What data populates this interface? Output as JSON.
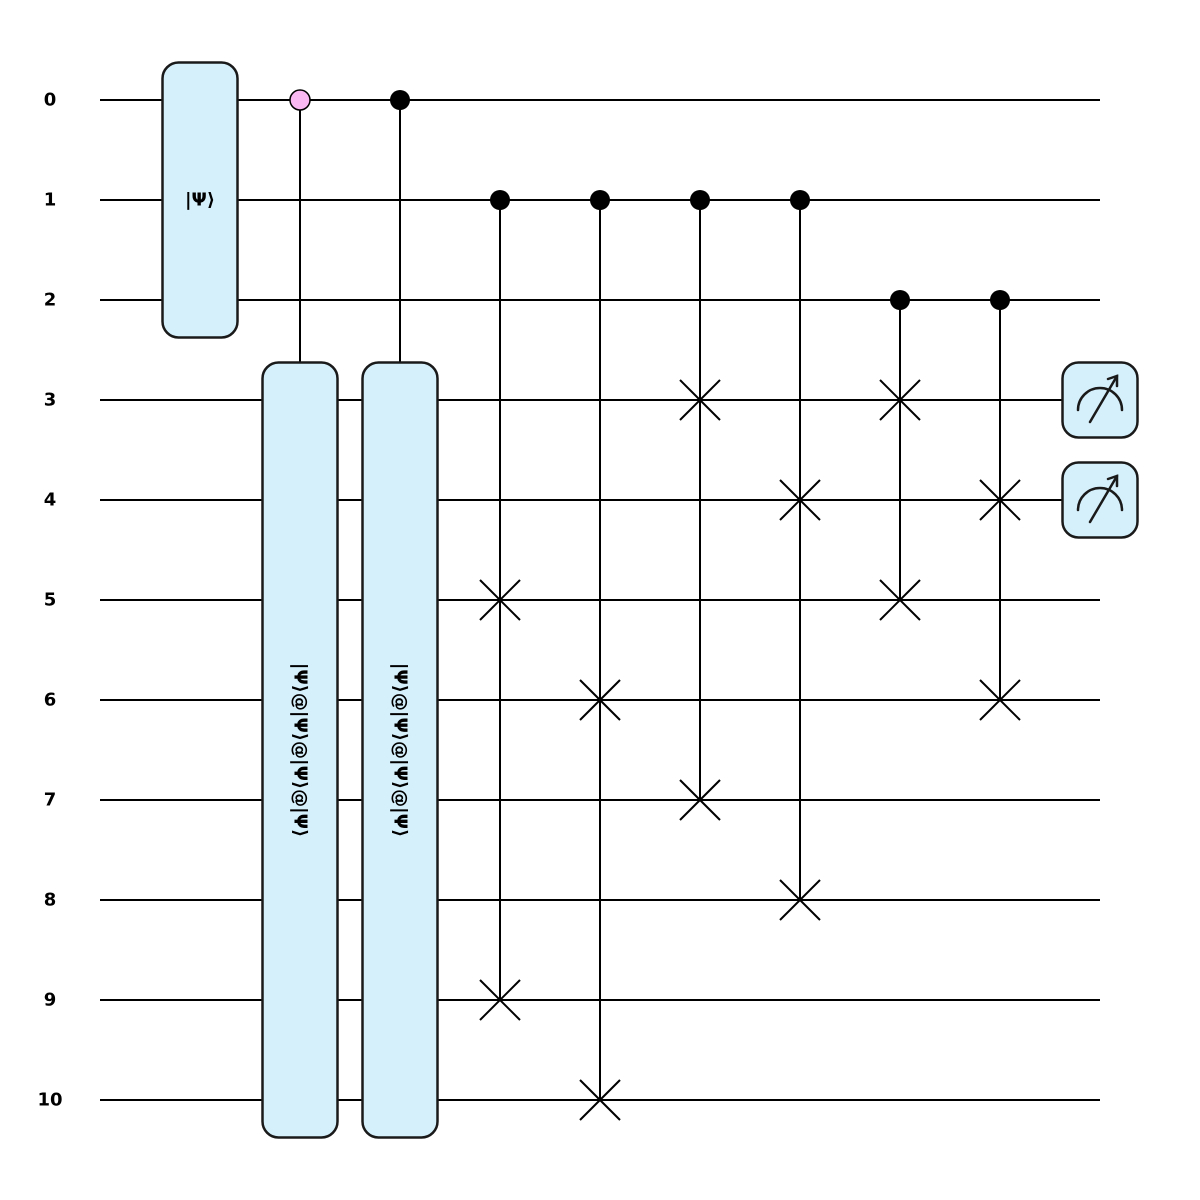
{
  "circuit": {
    "wires": [
      "0",
      "1",
      "2",
      "3",
      "4",
      "5",
      "6",
      "7",
      "8",
      "9",
      "10"
    ],
    "colors": {
      "gate_fill": "#d5f0fb",
      "gate_stroke": "#1a1a1a",
      "open_control_fill": "#f9b8f2",
      "wire": "#000000"
    },
    "gates": [
      {
        "type": "box",
        "step": 0,
        "wires": [
          0,
          2
        ],
        "label": "|Ψ⟩",
        "vertical": false
      },
      {
        "type": "controlled-box",
        "step": 1,
        "control": 0,
        "control_style": "open",
        "wires": [
          3,
          10
        ],
        "label": "|Ψ⟩@|Ψ⟩@|Ψ⟩@|Ψ⟩",
        "vertical": true
      },
      {
        "type": "controlled-box",
        "step": 2,
        "control": 0,
        "control_style": "filled",
        "wires": [
          3,
          10
        ],
        "label": "|Ψ⟩@|Ψ⟩@|Ψ⟩@|Ψ⟩",
        "vertical": true
      },
      {
        "type": "cswap",
        "step": 3,
        "control": 1,
        "targets": [
          5,
          9
        ]
      },
      {
        "type": "cswap",
        "step": 4,
        "control": 1,
        "targets": [
          6,
          10
        ]
      },
      {
        "type": "cswap",
        "step": 5,
        "control": 1,
        "targets": [
          3,
          7
        ]
      },
      {
        "type": "cswap",
        "step": 6,
        "control": 1,
        "targets": [
          4,
          8
        ]
      },
      {
        "type": "cswap",
        "step": 7,
        "control": 2,
        "targets": [
          3,
          5
        ]
      },
      {
        "type": "cswap",
        "step": 8,
        "control": 2,
        "targets": [
          4,
          6
        ]
      },
      {
        "type": "measure",
        "step": 9,
        "wire": 3
      },
      {
        "type": "measure",
        "step": 9,
        "wire": 4
      }
    ]
  }
}
